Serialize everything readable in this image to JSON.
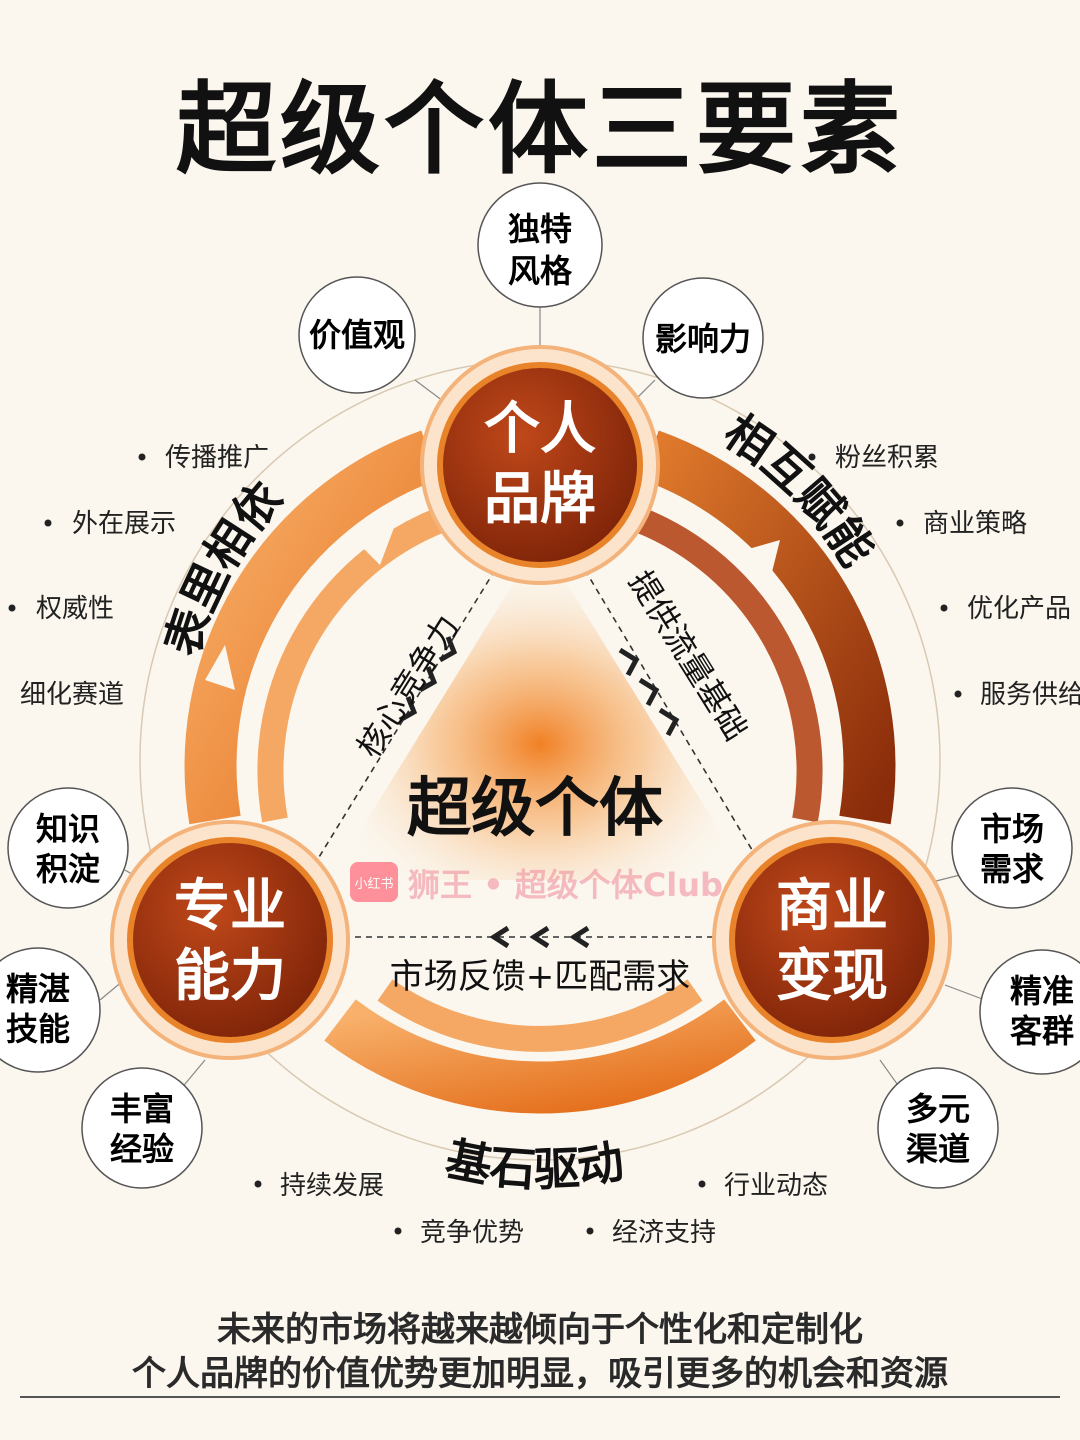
{
  "title": "超级个体三要素",
  "center": "超级个体",
  "watermark": {
    "badge": "小红书",
    "text": "狮王 • 超级个体Club"
  },
  "hubs": {
    "brand": [
      "个人",
      "品牌"
    ],
    "skill": [
      "专业",
      "能力"
    ],
    "money": [
      "商业",
      "变现"
    ]
  },
  "arcs": {
    "left": "表里相依",
    "right": "相互赋能",
    "bottom": "基石驱动"
  },
  "edges": {
    "left": "核心竞争力",
    "right": "提供流量基础",
    "bottom": "市场反馈+匹配需求"
  },
  "bubbles": {
    "unique_style": [
      "独特",
      "风格"
    ],
    "values": [
      "价值观"
    ],
    "influence": [
      "影响力"
    ],
    "knowledge": [
      "知识",
      "积淀"
    ],
    "skills": [
      "精湛",
      "技能"
    ],
    "experience": [
      "丰富",
      "经验"
    ],
    "market_demand": [
      "市场",
      "需求"
    ],
    "precise_customers": [
      "精准",
      "客群"
    ],
    "multi_channel": [
      "多元",
      "渠道"
    ]
  },
  "bullets": {
    "left": [
      "传播推广",
      "外在展示",
      "权威性",
      "细化赛道"
    ],
    "right": [
      "粉丝积累",
      "商业策略",
      "优化产品",
      "服务供给"
    ],
    "bottom": [
      "持续发展",
      "行业动态",
      "竞争优势",
      "经济支持"
    ]
  },
  "footer": [
    "未来的市场将越来越倾向于个性化和定制化",
    "个人品牌的价值优势更加明显，吸引更多的机会和资源"
  ],
  "colors": {
    "accent": "#e8832a",
    "hub": "#9c3413",
    "dark": "#6b1c06"
  }
}
